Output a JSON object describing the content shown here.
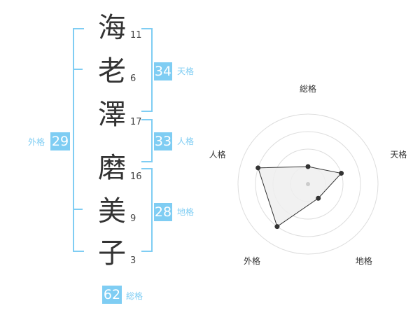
{
  "name": {
    "chars": [
      {
        "char": "海",
        "strokes": "11"
      },
      {
        "char": "老",
        "strokes": "6"
      },
      {
        "char": "澤",
        "strokes": "17"
      },
      {
        "char": "磨",
        "strokes": "16"
      },
      {
        "char": "美",
        "strokes": "9"
      },
      {
        "char": "子",
        "strokes": "3"
      }
    ]
  },
  "kakusu": {
    "tenkaku": {
      "value": "34",
      "label": "天格"
    },
    "jinkaku": {
      "value": "33",
      "label": "人格"
    },
    "chikaku": {
      "value": "28",
      "label": "地格"
    },
    "gaikaku": {
      "value": "29",
      "label": "外格"
    },
    "soukaku": {
      "value": "62",
      "label": "総格"
    }
  },
  "colors": {
    "accent": "#7fcdf3",
    "text": "#333333",
    "grid": "#dddddd",
    "fill": "#eeeeee"
  },
  "chart_data": {
    "type": "radar",
    "axes": [
      "総格",
      "天格",
      "地格",
      "外格",
      "人格"
    ],
    "max": 4,
    "rings": 4,
    "values": [
      1,
      2,
      1,
      3,
      3
    ]
  }
}
